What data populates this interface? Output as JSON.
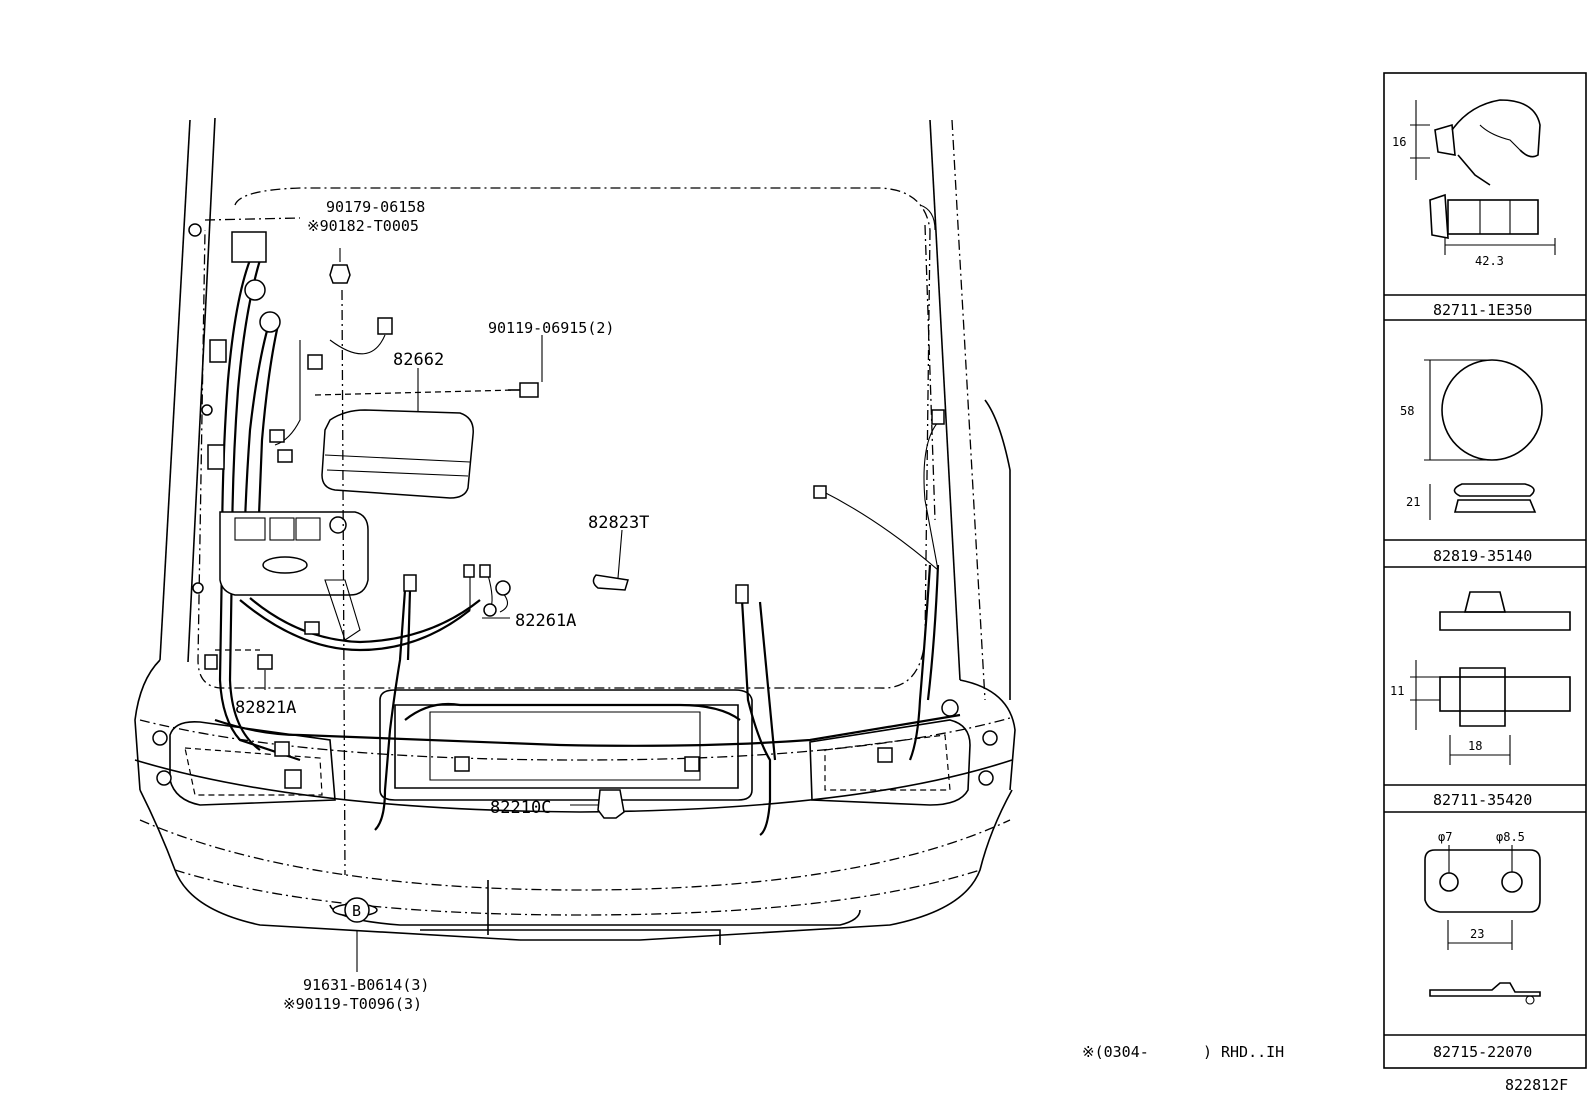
{
  "labels": {
    "nut_part": "90179-06158",
    "nut_alt": "※90182-T0005",
    "bolt": "90119-06915(2)",
    "cover": "82662",
    "clip_t": "82823T",
    "harness_a": "82261A",
    "clamp_a": "82821A",
    "clip_c": "82210C",
    "ref_circle": "B",
    "screw_part": "91631-B0614(3)",
    "screw_alt": "※90119-T0096(3)",
    "footnote": "※(0304-      ) RHD..IH",
    "diagram_code": "822812F"
  },
  "panels": [
    {
      "part_no": "82711-1E350",
      "dims": [
        "16",
        "42.3"
      ]
    },
    {
      "part_no": "82819-35140",
      "dims": [
        "58",
        "21"
      ]
    },
    {
      "part_no": "82711-35420",
      "dims": [
        "11",
        "18"
      ]
    },
    {
      "part_no": "82715-22070",
      "dims": [
        "φ7",
        "φ8.5",
        "23"
      ]
    }
  ]
}
